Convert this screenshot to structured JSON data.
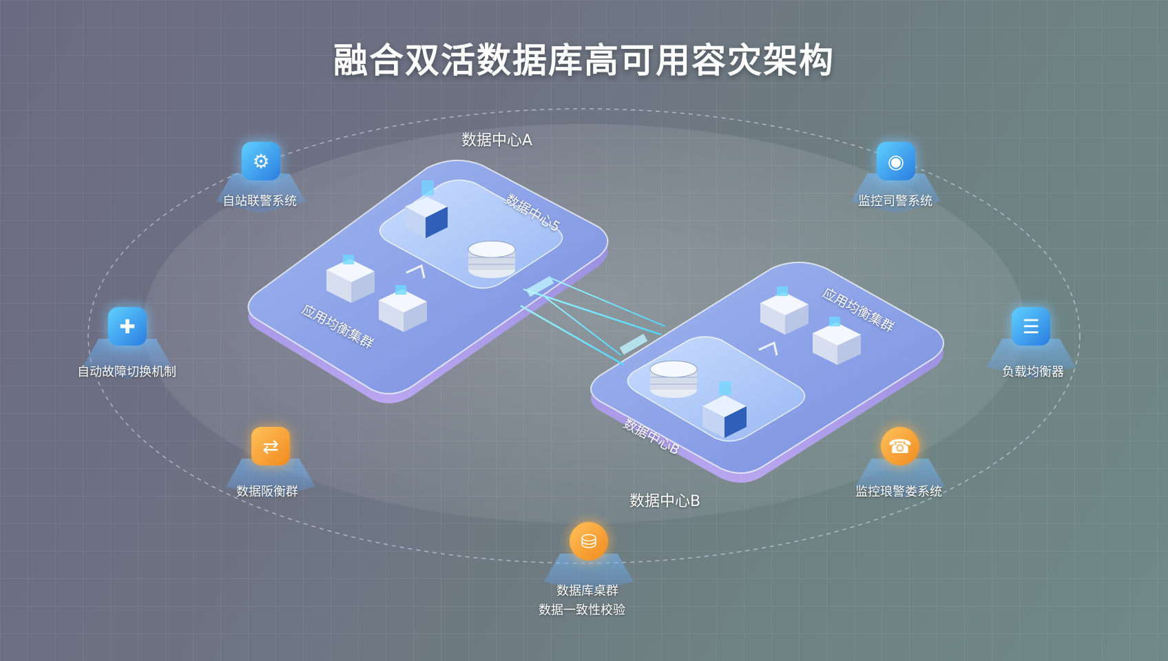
{
  "title": "融合双活数据库高可用容灾架构",
  "dc_a_label": "数据中心A",
  "dc_b_label": "数据中心B",
  "platform_a": {
    "top_label": "数据中心5",
    "bottom_label": "应用均衡集群"
  },
  "platform_b": {
    "top_label": "应用均衡集群",
    "bottom_label": "数据中心B"
  },
  "nodes": {
    "top_left": {
      "label": "自站联警系统",
      "icon": "network-icon"
    },
    "top_right": {
      "label": "监控司警系统",
      "icon": "monitor-ring-icon"
    },
    "mid_left": {
      "label": "自动故障切换机制",
      "icon": "failover-icon"
    },
    "mid_right": {
      "label": "负载均衡器",
      "icon": "load-balancer-icon"
    },
    "low_left": {
      "label": "数据阪衡群",
      "icon": "sync-icon"
    },
    "low_right": {
      "label": "监控琅警娄系统",
      "icon": "alert-icon"
    },
    "bottom": {
      "label": "数据库桌群",
      "sublabel": "数据一致性校验",
      "icon": "database-check-icon"
    }
  },
  "colors": {
    "accent_blue": "#4aa8ff",
    "accent_cyan": "#6fe8ff",
    "accent_orange": "#f5a030"
  }
}
